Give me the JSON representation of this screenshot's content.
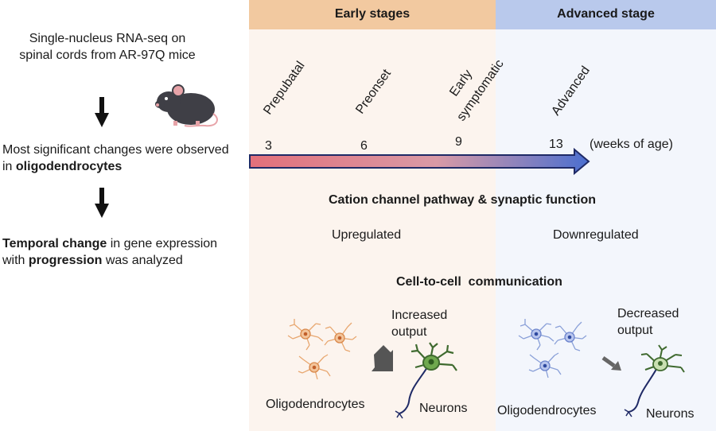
{
  "left": {
    "step1": "Single-nucleus RNA-seq on spinal cords from AR-97Q mice",
    "step2_pre": "Most significant changes were observed in ",
    "step2_bold": "oligodendrocytes",
    "step3_bold1": "Temporal change",
    "step3_mid": " in gene expression with ",
    "step3_bold2": "progression",
    "step3_post": " was analyzed"
  },
  "headers": {
    "early": "Early stages",
    "advanced": "Advanced stage"
  },
  "timeline": {
    "stages": [
      "Prepubatal",
      "Preonset",
      "Early",
      "symptomatic",
      "Advanced"
    ],
    "weeks": [
      "3",
      "6",
      "9",
      "13"
    ],
    "unit": "(weeks of age)"
  },
  "pathway": {
    "title": "Cation channel pathway & synaptic function",
    "early": "Upregulated",
    "advanced": "Downregulated"
  },
  "communication": {
    "title": "Cell-to-cell  communication",
    "early_output": [
      "Increased",
      "output"
    ],
    "advanced_output": [
      "Decreased",
      "output"
    ],
    "oligo_label": "Oligodendrocytes",
    "neuron_label": "Neurons"
  },
  "colors": {
    "early_header": "#f2c9a0",
    "advanced_header": "#b9c9ec",
    "early_bg": "#fcf4ee",
    "advanced_bg": "#f3f6fc",
    "oligo_early": "#e8a770",
    "oligo_advanced": "#8aa0d8",
    "neuron": "#3f6a2f",
    "axon": "#1f2a66"
  }
}
